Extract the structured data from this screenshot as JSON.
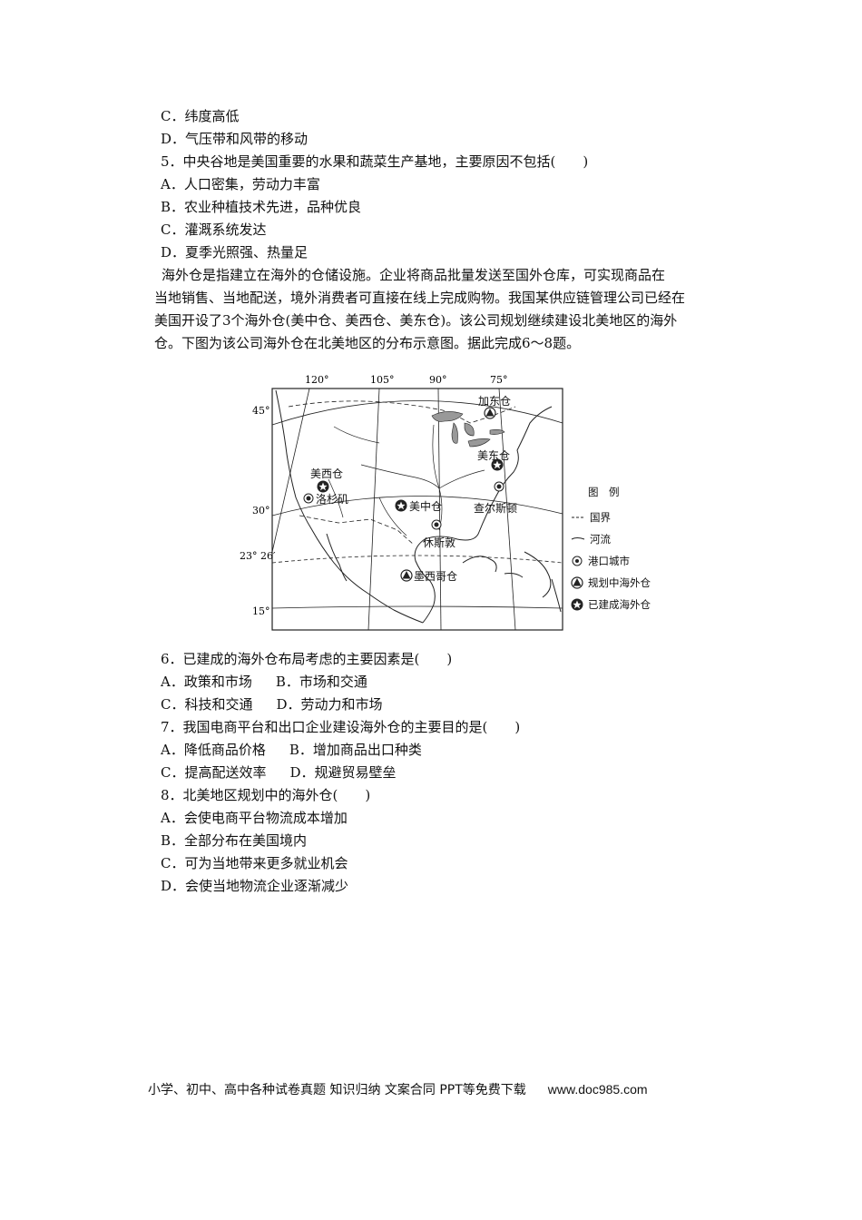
{
  "q4_options": [
    "C．纬度高低",
    "D．气压带和风带的移动"
  ],
  "q5": {
    "stem": "5．中央谷地是美国重要的水果和蔬菜生产基地，主要原因不包括(　　)",
    "options": [
      "A．人口密集，劳动力丰富",
      "B．农业种植技术先进，品种优良",
      "C．灌溉系统发达",
      "D．夏季光照强、热量足"
    ]
  },
  "passage": [
    "海外仓是指建立在海外的仓储设施。企业将商品批量发送至国外仓库，可实现商品在",
    "当地销售、当地配送，境外消费者可直接在线上完成购物。我国某供应链管理公司已经在",
    "美国开设了3个海外仓(美中仓、美西仓、美东仓)。该公司规划继续建设北美地区的海外",
    "仓。下图为该公司海外仓在北美地区的分布示意图。据此完成6～8题。"
  ],
  "map": {
    "lon_labels": [
      "120°",
      "105°",
      "90°",
      "75°"
    ],
    "lat_labels": [
      "45°",
      "30°",
      "23° 26′",
      "15°"
    ],
    "places": {
      "jiadong": "加东仓",
      "meidong": "美东仓",
      "meixi": "美西仓",
      "luoshanji": "洛杉矶",
      "meizhong": "美中仓",
      "chaersidun": "查尔斯顿",
      "xiusidun": "休斯敦",
      "moxige": "墨西哥仓"
    },
    "legend": {
      "title": "图　例",
      "border": "国界",
      "river": "河流",
      "port": "港口城市",
      "planned": "规划中海外仓",
      "built": "已建成海外仓"
    },
    "colors": {
      "lake": "#999999",
      "line": "#222222"
    }
  },
  "q6": {
    "stem": "6．已建成的海外仓布局考虑的主要因素是(　　)",
    "options": [
      "A．政策和市场",
      "B．市场和交通",
      "C．科技和交通",
      "D．劳动力和市场"
    ]
  },
  "q7": {
    "stem": "7．我国电商平台和出口企业建设海外仓的主要目的是(　　)",
    "options": [
      "A．降低商品价格",
      "B．增加商品出口种类",
      "C．提高配送效率",
      "D．规避贸易壁垒"
    ]
  },
  "q8": {
    "stem": "8．北美地区规划中的海外仓(　　)",
    "options": [
      "A．会使电商平台物流成本增加",
      "B．全部分布在美国境内",
      "C．可为当地带来更多就业机会",
      "D．会使当地物流企业逐渐减少"
    ]
  },
  "footer": {
    "text": "小学、初中、高中各种试卷真题  知识归纳  文案合同  PPT等免费下载",
    "site": "www.doc985.com"
  }
}
